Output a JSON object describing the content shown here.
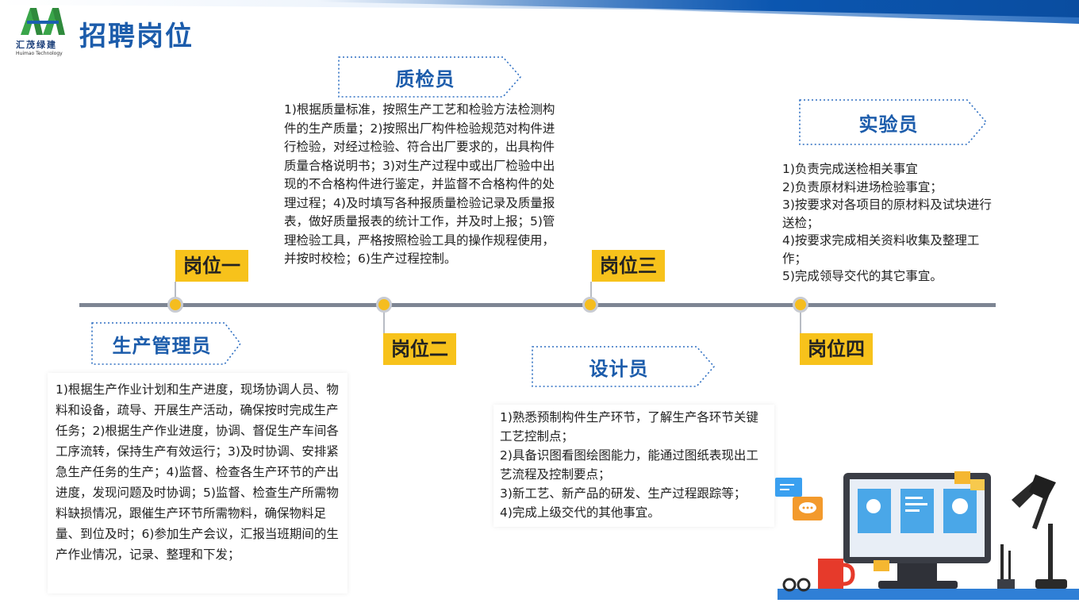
{
  "header": {
    "logo_name": "汇茂绿建",
    "logo_sub": "Huimao Technology",
    "title": "招聘岗位"
  },
  "positions": [
    {
      "label": "岗位一",
      "role": "生产管理员",
      "description": "1)根据生产作业计划和生产进度，现场协调人员、物料和设备，疏导、开展生产活动，确保按时完成生产任务；2)根据生产作业进度，协调、督促生产车间各工序流转，保持生产有效运行；3)及时协调、安排紧急生产任务的生产；4)监督、检查各生产环节的产出进度，发现问题及时协调；5)监督、检查生产所需物料缺损情况，跟催生产环节所需物料，确保物料足量、到位及时；6)参加生产会议，汇报当班期间的生产作业情况，记录、整理和下发；"
    },
    {
      "label": "岗位二",
      "role": "质检员",
      "description": "1)根据质量标准，按照生产工艺和检验方法检测构件的生产质量；2)按照出厂构件检验规范对构件进行检验，对经过检验、符合出厂要求的，出具构件质量合格说明书；3)对生产过程中或出厂检验中出现的不合格构件进行鉴定，并监督不合格构件的处理过程；4)及时填写各种报质量检验记录及质量报表，做好质量报表的统计工作，并及时上报；5)管理检验工具，严格按照检验工具的操作规程使用，并按时校检；6)生产过程控制。"
    },
    {
      "label": "岗位三",
      "role": "设计员",
      "description_lines": [
        "1)熟悉预制构件生产环节，了解生产各环节关键工艺控制点；",
        "2)具备识图看图绘图能力，能通过图纸表现出工艺流程及控制要点；",
        "3)新工艺、新产品的研发、生产过程跟踪等；",
        "4)完成上级交代的其他事宜。"
      ]
    },
    {
      "label": "岗位四",
      "role": "实验员",
      "description_lines": [
        "1)负责完成送检相关事宜",
        "2)负责原材料进场检验事宜；",
        "3)按要求对各项目的原材料及试块进行送检；",
        "4)按要求完成相关资料收集及整理工作；",
        "5)完成领导交代的其它事宜。"
      ]
    }
  ],
  "colors": {
    "accent_blue": "#1c5cab",
    "label_yellow": "#f7c21b",
    "timeline_gray": "#7d8593"
  }
}
